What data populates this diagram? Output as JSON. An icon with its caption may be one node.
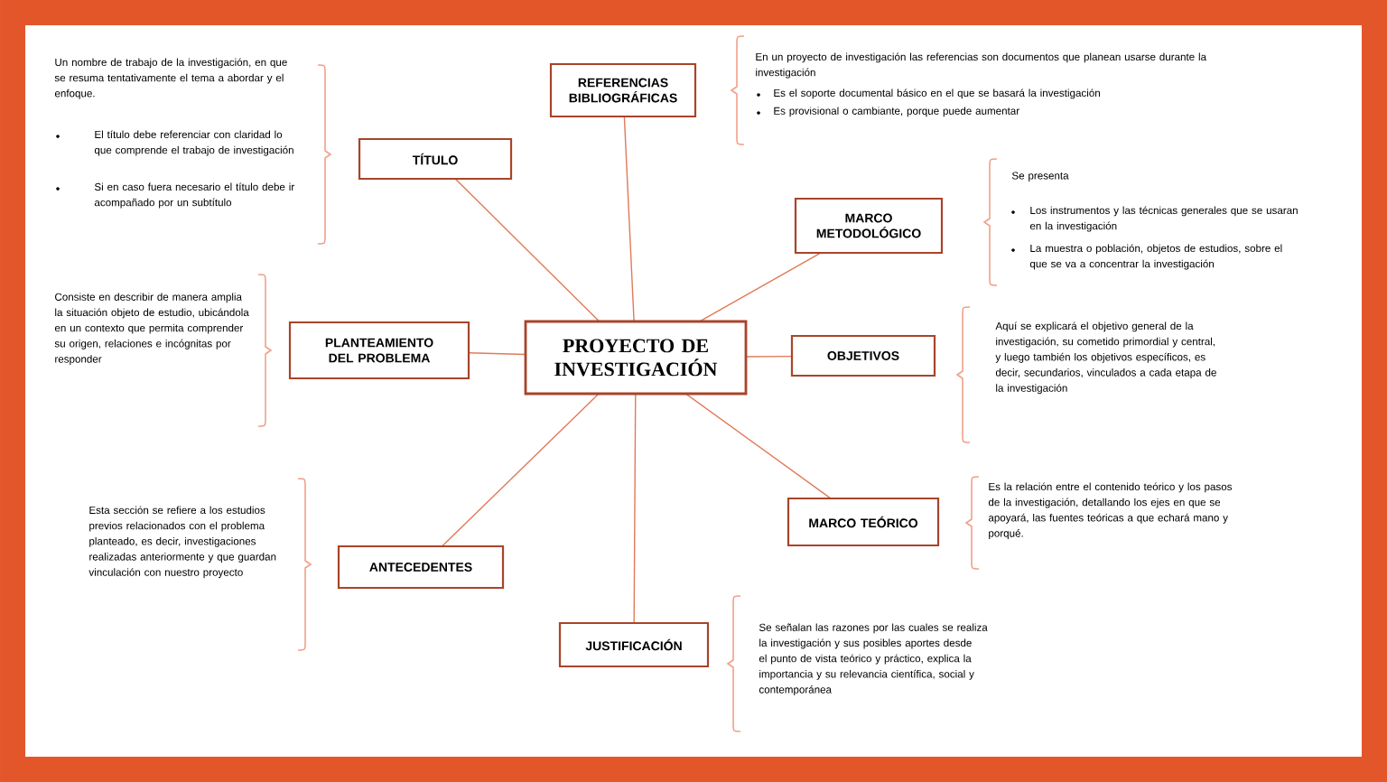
{
  "diagram": {
    "nodes": [
      {
        "text": [
          "PROYECTO DE INVESTIGACIÓN"
        ]
      },
      {
        "text": [
          "REFERENCIAS BIBLIOGRÁFICAS"
        ]
      },
      {
        "text": [
          "TÍTULO"
        ]
      },
      {
        "text": [
          "MARCO METODOLÓGICO"
        ]
      },
      {
        "text": [
          "PLANTEAMIENTO DEL PROBLEMA"
        ]
      },
      {
        "text": [
          "OBJETIVOS"
        ]
      },
      {
        "text": [
          "ANTECEDENTES"
        ]
      },
      {
        "text": [
          "MARCO TEÓRICO"
        ]
      },
      {
        "text": [
          "JUSTIFICACIÓN"
        ]
      }
    ],
    "edges": [
      {
        "from": 0,
        "to": 1,
        "arrow": "none"
      },
      {
        "from": 0,
        "to": 2,
        "arrow": "none"
      },
      {
        "from": 0,
        "to": 3,
        "arrow": "none"
      },
      {
        "from": 0,
        "to": 4,
        "arrow": "none"
      },
      {
        "from": 0,
        "to": 5,
        "arrow": "none"
      },
      {
        "from": 0,
        "to": 6,
        "arrow": "none"
      },
      {
        "from": 0,
        "to": 7,
        "arrow": "none"
      },
      {
        "from": 0,
        "to": 8,
        "arrow": "none"
      }
    ],
    "labels": [
      "Un nombre de trabajo de la investigación, en que se resuma tentativamente el tema a abordar y el enfoque.",
      "El título debe referenciar con claridad lo que comprende el trabajo de investigación",
      "Si en caso fuera necesario el título debe ir acompañado por un subtítulo",
      "En un proyecto de investigación las referencias son documentos que planean usarse durante la investigación",
      "Es el soporte documental básico en el que se basará la investigación",
      "Es provisional o cambiante, porque puede aumentar",
      "Se presenta",
      "Los instrumentos y las técnicas generales que se usaran en la investigación",
      "La muestra o población, objetos de estudios, sobre el que se va a concentrar la investigación",
      "Consiste en describir de manera amplia la situación objeto de estudio, ubicándola en un contexto que permita comprender su origen, relaciones e incógnitas por responder",
      "Aquí se explicará el objetivo general de la investigación, su cometido primordial y central, y luego también los objetivos específicos, es decir, secundarios, vinculados a cada etapa de la investigación",
      "Es la relación entre el contenido teórico y los pasos de la investigación, detallando los ejes en que se apoyará, las fuentes teóricas a que echará mano y porqué.",
      "Esta sección se refiere a los estudios previos relacionados con el problema planteado, es decir, investigaciones realizadas anteriormente y que guardan vinculación con nuestro proyecto",
      "Se señalan las razones por las cuales se realiza la investigación y sus posibles aportes desde el punto de vista teórico y práctico, explica la importancia y su relevancia científica, social y contemporánea"
    ]
  }
}
